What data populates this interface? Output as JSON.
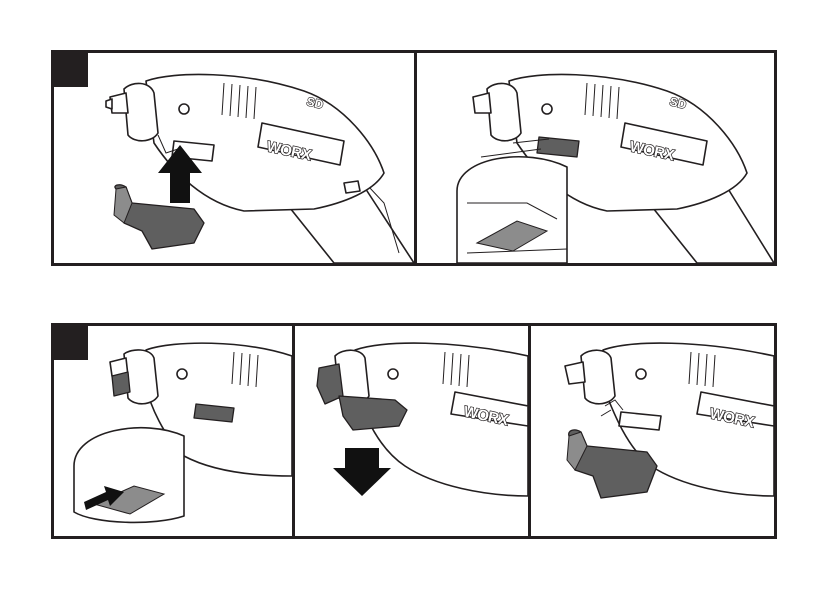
{
  "figure": {
    "brand_text": "WORX",
    "model_text": "SD",
    "steps": [
      {
        "panels": [
          "install-accessory-holder",
          "holder-installed-detail"
        ]
      },
      {
        "panels": [
          "press-release-tab-detail",
          "pull-holder-down",
          "holder-removed"
        ]
      }
    ]
  },
  "colors": {
    "frame": "#231f20",
    "accessory_part": "#5f5f5f",
    "arrow": "#111111"
  }
}
